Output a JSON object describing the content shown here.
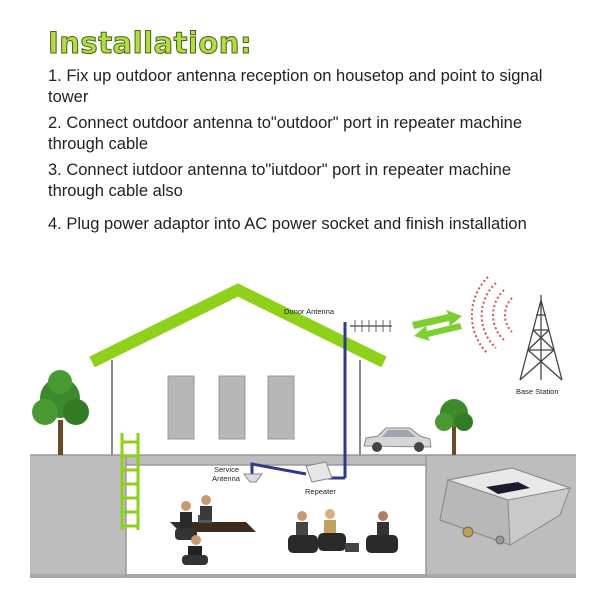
{
  "header": {
    "title": "Installation:"
  },
  "steps": [
    "1. Fix up outdoor antenna reception on housetop and point to signal tower",
    "2. Connect outdoor antenna to\"outdoor\" port in repeater machine through cable",
    "3. Connect iutdoor antenna to\"iutdoor\" port in repeater machine through cable also",
    "4. Plug power adaptor into AC power socket and finish installation"
  ],
  "diagram": {
    "labels": {
      "donor_antenna": "Donor Antenna",
      "base_station": "Base Station",
      "service_antenna_line1": "Service",
      "service_antenna_line2": "Antenna",
      "repeater": "Repeater"
    },
    "colors": {
      "roof": "#8fd11a",
      "ladder": "#8fd11a",
      "wall_outline": "#8a8a8a",
      "window": "#b7b7b7",
      "cable": "#2d3a8c",
      "signal_wave": "#d95050",
      "signal_arrow": "#7ccf2e",
      "tree": "#3d8a2a",
      "ground": "#bdbdbd"
    }
  }
}
